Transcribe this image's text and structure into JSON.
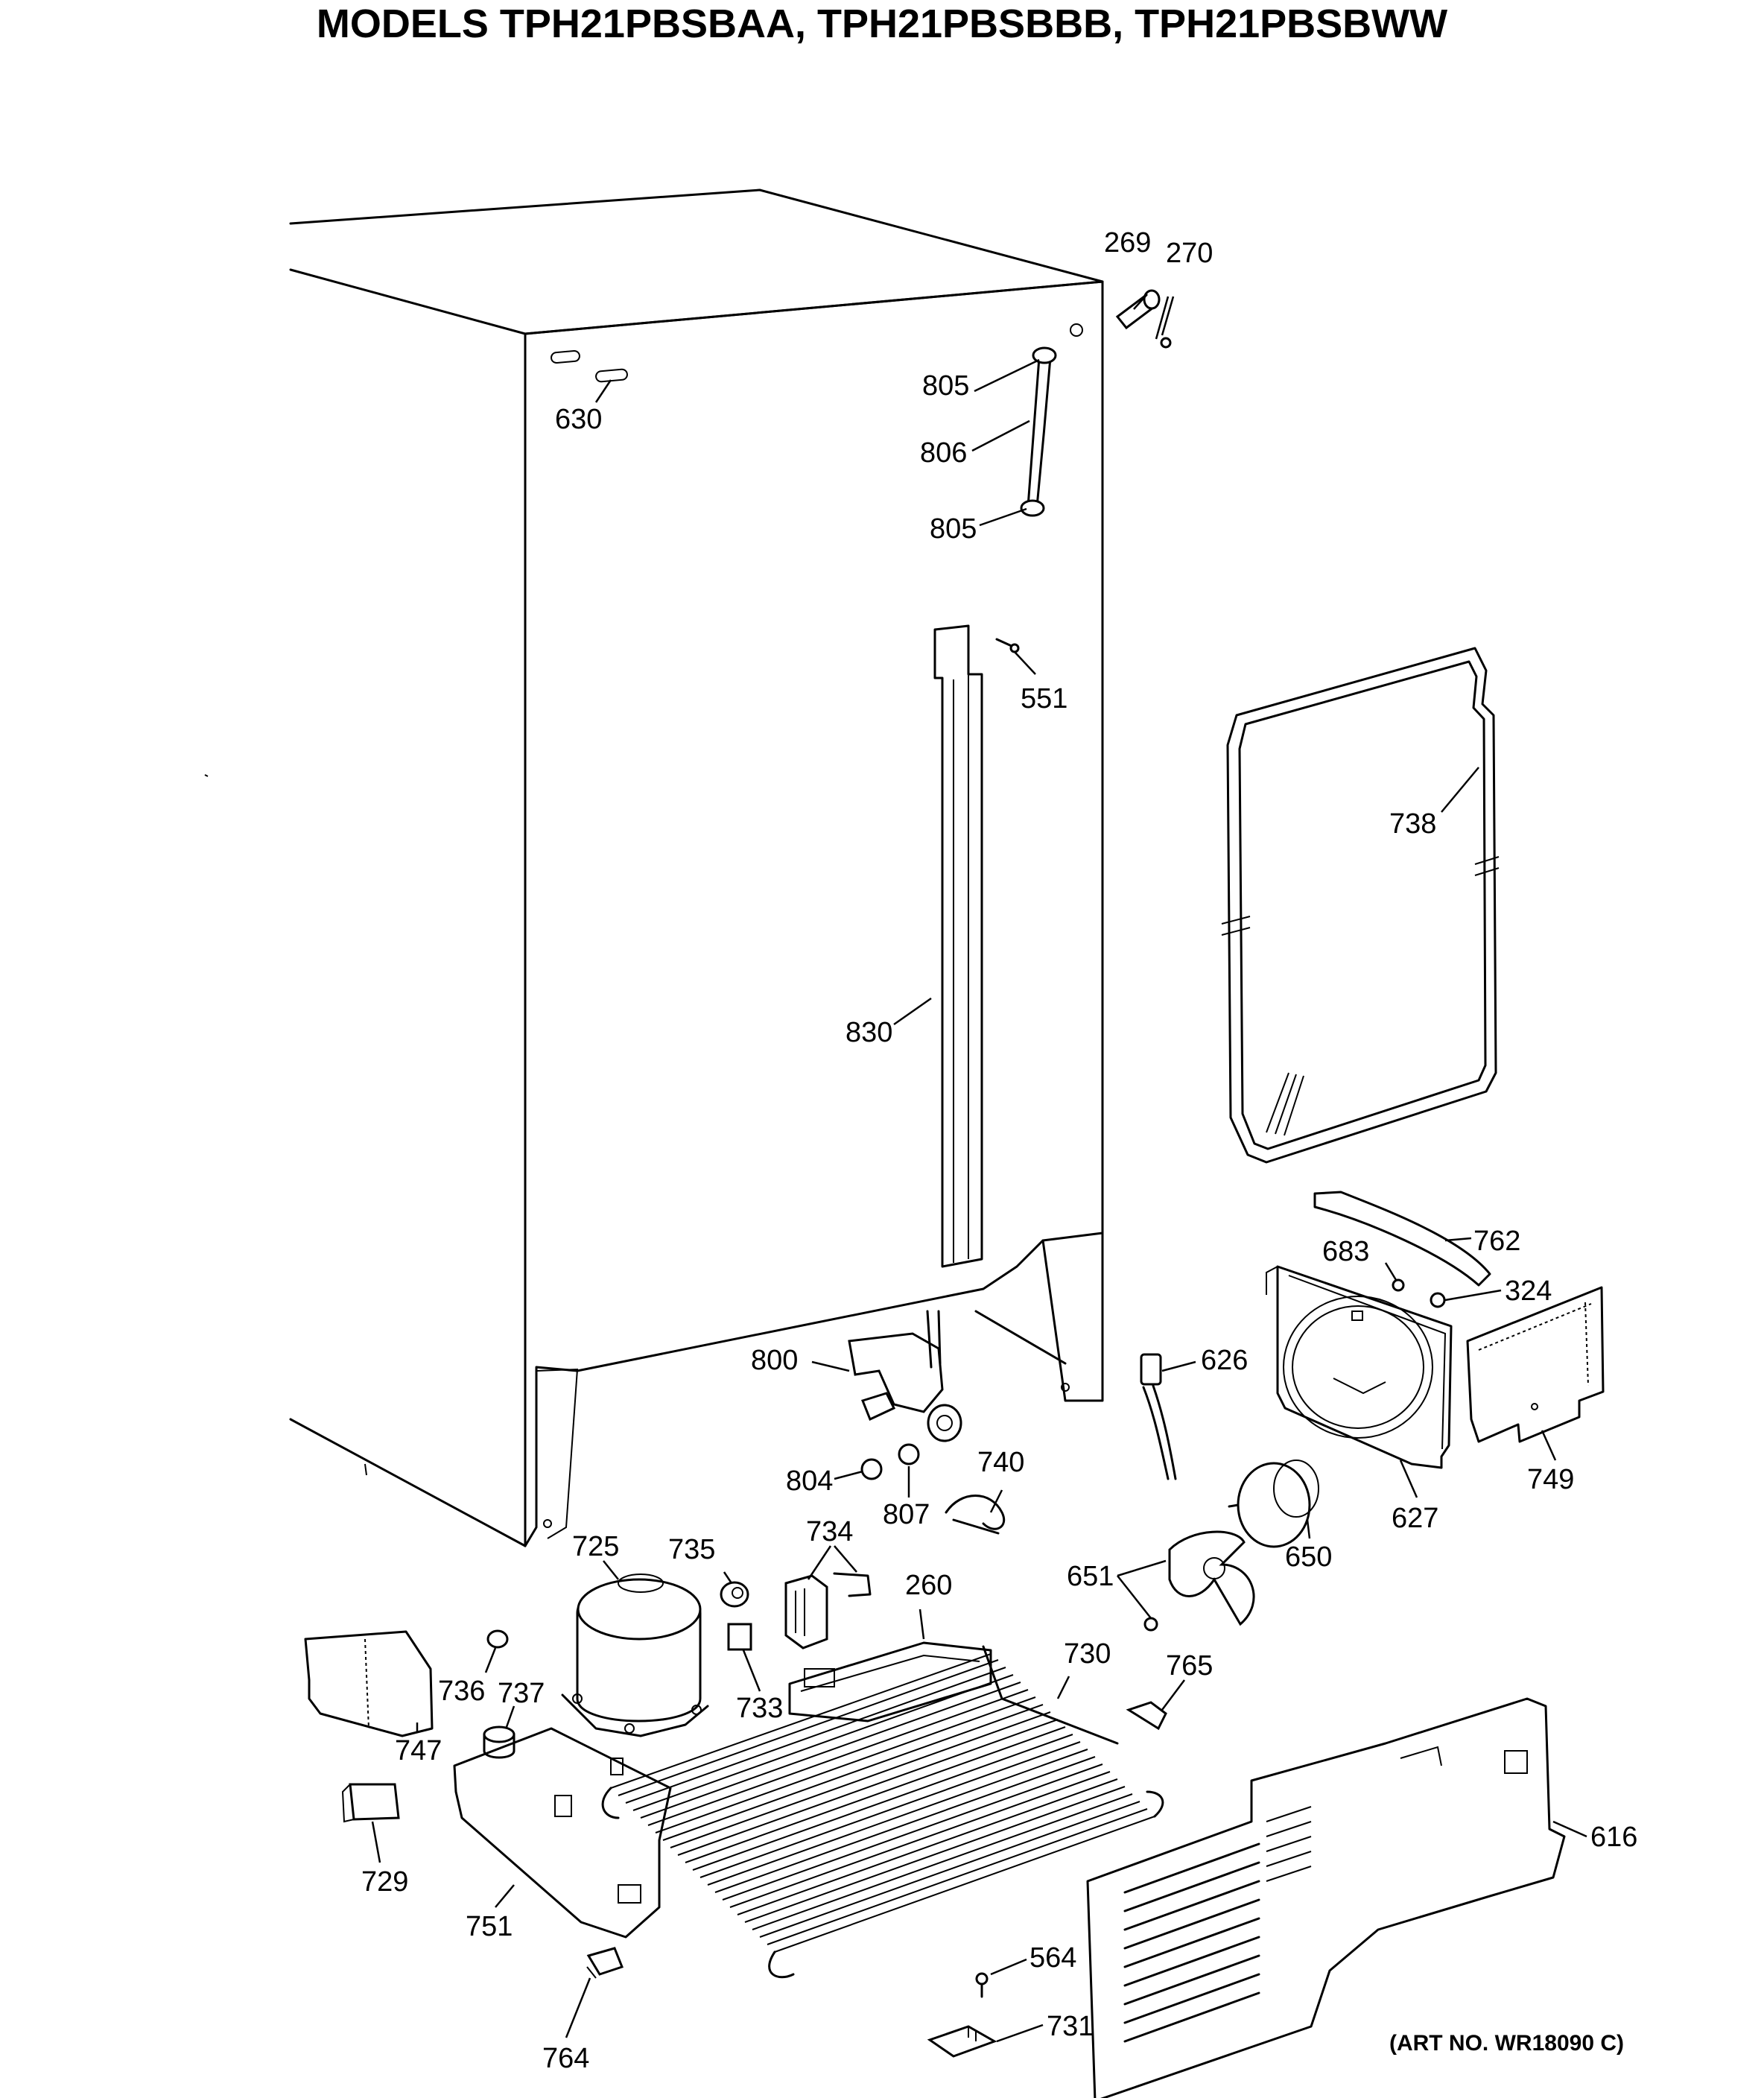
{
  "title": "MODELS TPH21PBSBAA, TPH21PBSBBB, TPH21PBSBWW",
  "art_no": "(ART NO. WR18090 C)",
  "callouts": [
    {
      "id": "269"
    },
    {
      "id": "270"
    },
    {
      "id": "630"
    },
    {
      "id": "805a",
      "text": "805"
    },
    {
      "id": "806"
    },
    {
      "id": "805b",
      "text": "805"
    },
    {
      "id": "551"
    },
    {
      "id": "738"
    },
    {
      "id": "830"
    },
    {
      "id": "762"
    },
    {
      "id": "683"
    },
    {
      "id": "324"
    },
    {
      "id": "626"
    },
    {
      "id": "800"
    },
    {
      "id": "749"
    },
    {
      "id": "627"
    },
    {
      "id": "804"
    },
    {
      "id": "740"
    },
    {
      "id": "807"
    },
    {
      "id": "734"
    },
    {
      "id": "725"
    },
    {
      "id": "735"
    },
    {
      "id": "650"
    },
    {
      "id": "651"
    },
    {
      "id": "260"
    },
    {
      "id": "730"
    },
    {
      "id": "765"
    },
    {
      "id": "736"
    },
    {
      "id": "737"
    },
    {
      "id": "733"
    },
    {
      "id": "747"
    },
    {
      "id": "616"
    },
    {
      "id": "729"
    },
    {
      "id": "751"
    },
    {
      "id": "564"
    },
    {
      "id": "731"
    },
    {
      "id": "764"
    }
  ]
}
